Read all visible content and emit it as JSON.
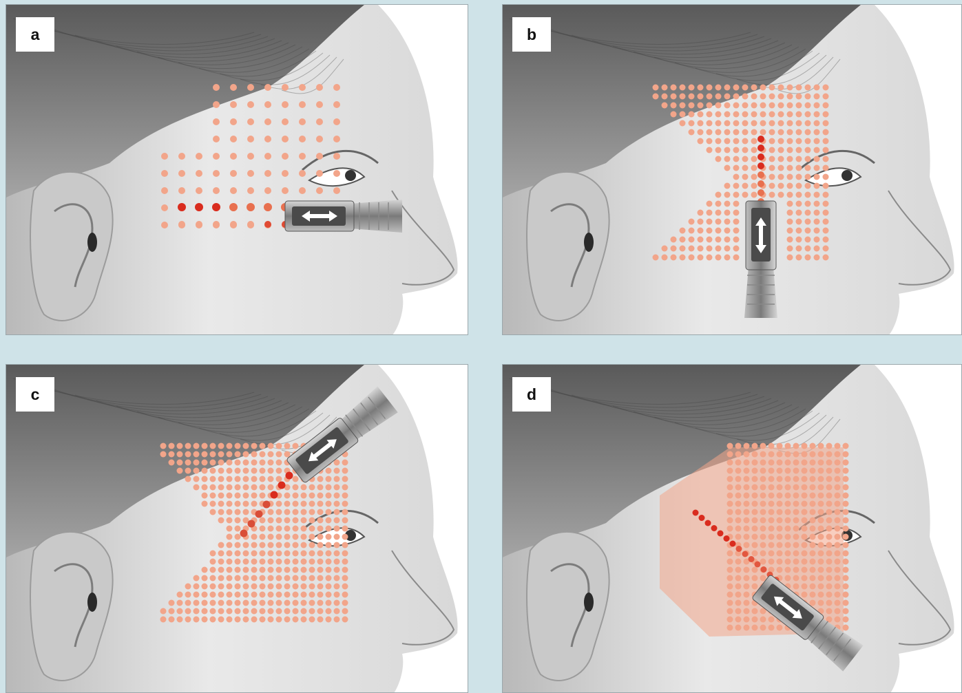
{
  "panels": [
    {
      "id": "a",
      "label": "a",
      "pattern": "horizontal-rows",
      "handpiece_motion": "horizontal"
    },
    {
      "id": "b",
      "label": "b",
      "pattern": "vertical-columns",
      "handpiece_motion": "vertical"
    },
    {
      "id": "c",
      "label": "c",
      "pattern": "diagonal-upper",
      "handpiece_motion": "diagonal"
    },
    {
      "id": "d",
      "label": "d",
      "pattern": "diagonal-lower",
      "handpiece_motion": "diagonal"
    }
  ],
  "colors": {
    "background": "#cfe3e8",
    "dot_light": "#f2a58a",
    "dot_active": "#d92c1e",
    "handpiece": "#8a8a8a",
    "arrow": "#ffffff"
  }
}
